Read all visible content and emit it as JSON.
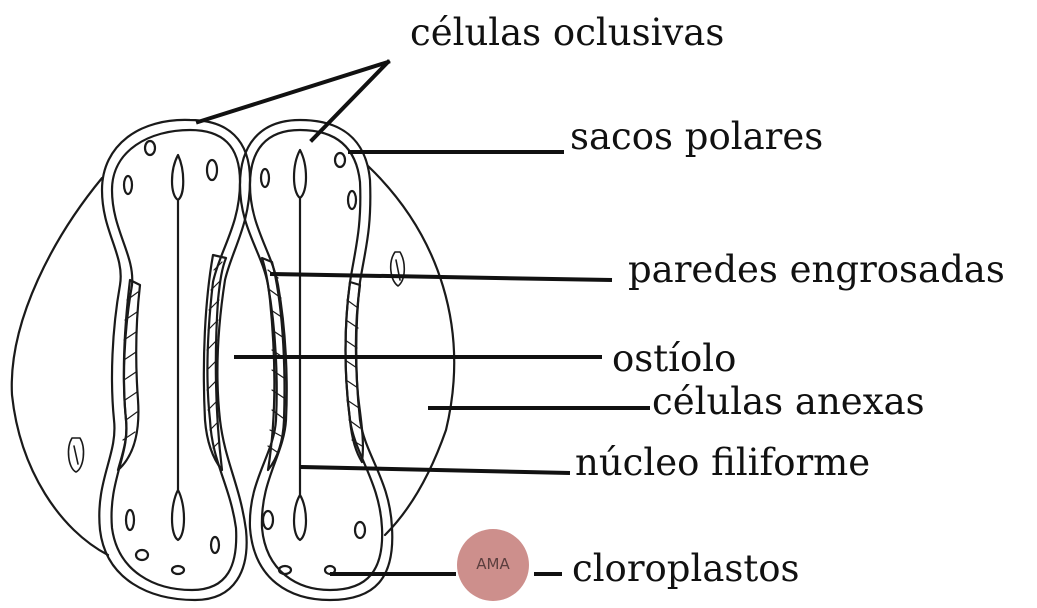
{
  "labels": {
    "celulas_oclusivas": "células oclusivas",
    "sacos_polares": "sacos polares",
    "paredes_engrosadas": "paredes engrosadas",
    "ostiolo": "ostíolo",
    "celulas_anexas": "células anexas",
    "nucleo_filiforme": "núcleo filiforme",
    "cloroplastos": "cloroplastos"
  },
  "watermark": {
    "text": "AMA",
    "color": "#c88380"
  },
  "colors": {
    "ink": "#111111",
    "paper": "#ffffff",
    "watermark": "#c88380"
  }
}
